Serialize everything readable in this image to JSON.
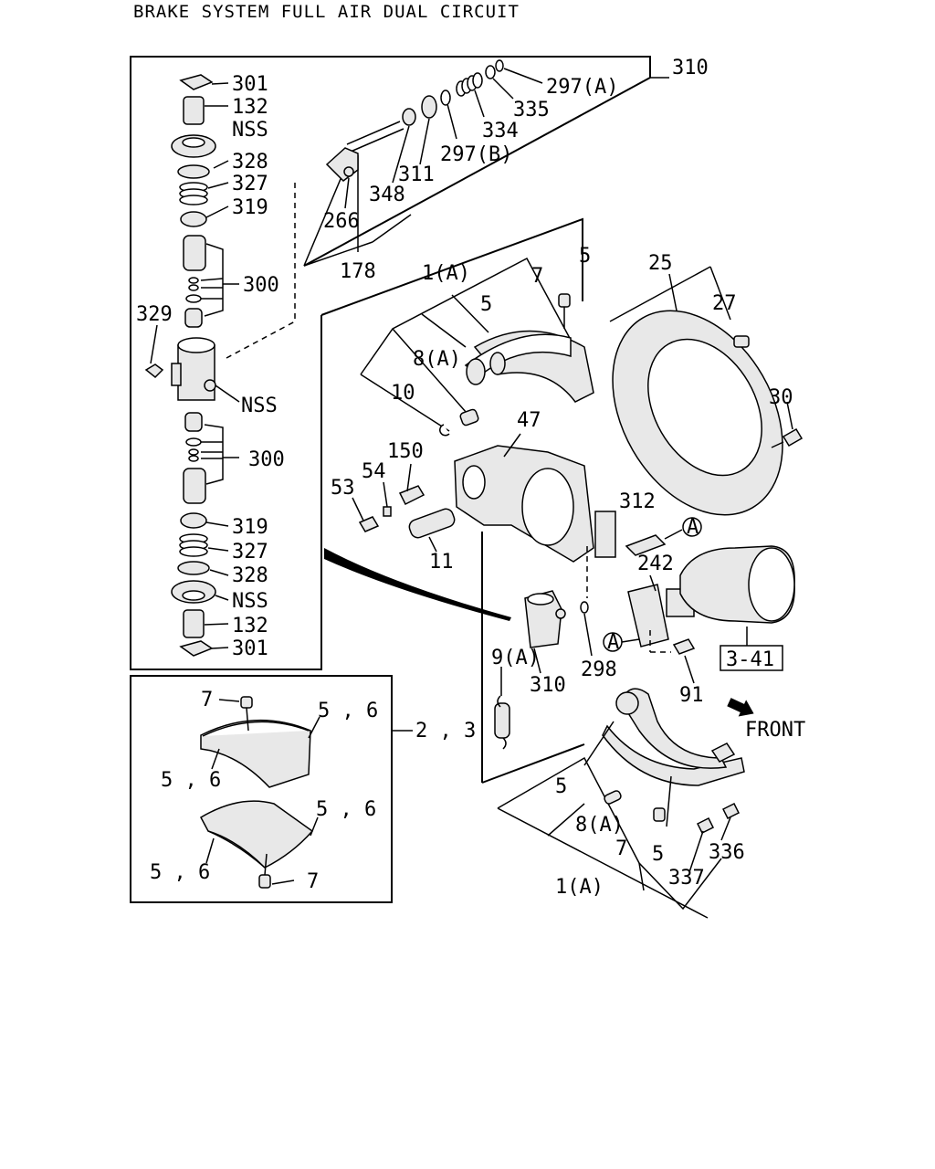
{
  "title": "BRAKE SYSTEM FULL AIR DUAL CIRCUIT",
  "labels": {
    "l301a": "301",
    "l132a": "132",
    "lnssa": "NSS",
    "l328a": "328",
    "l327a": "327",
    "l319a": "319",
    "l300a": "300",
    "l329": "329",
    "lnssb": "NSS",
    "l300b": "300",
    "l319b": "319",
    "l327b": "327",
    "l328b": "328",
    "lnssc": "NSS",
    "l132b": "132",
    "l301b": "301",
    "l310top": "310",
    "l297a": "297(A)",
    "l335": "335",
    "l334": "334",
    "l297b": "297(B)",
    "l311": "311",
    "l348": "348",
    "l266": "266",
    "l178": "178",
    "l1a": "1(A)",
    "l7a": "7",
    "l5a": "5",
    "l5b": "5",
    "l8a": "8(A)",
    "l10": "10",
    "l25": "25",
    "l27": "27",
    "l30": "30",
    "l47": "47",
    "l150": "150",
    "l54": "54",
    "l53": "53",
    "l11": "11",
    "l312": "312",
    "l242": "242",
    "lA1": "A",
    "lA2": "A",
    "l341": "3-41",
    "l91": "91",
    "l9a": "9(A)",
    "l310b": "310",
    "l298": "298",
    "lfront": "FRONT",
    "l7b": "7",
    "l56a": "5 , 6",
    "l56b": "5 , 6",
    "l23": "2 , 3",
    "l56c": "5 , 6",
    "l56d": "5 , 6",
    "l7c": "7",
    "l5c": "5",
    "l8b": "8(A)",
    "l7d": "7",
    "l5d": "5",
    "l1b": "1(A)",
    "l337": "337",
    "l336": "336"
  }
}
